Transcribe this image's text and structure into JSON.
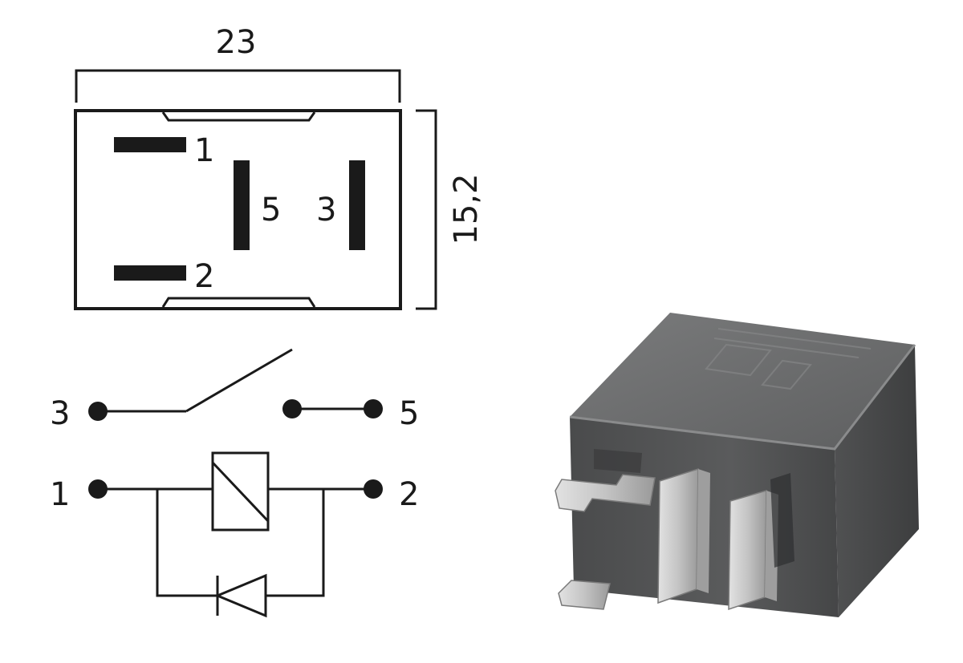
{
  "dimensions": {
    "width_label": "23",
    "height_label": "15,2"
  },
  "footprint_pins": {
    "pin1": "1",
    "pin2": "2",
    "pin5": "5",
    "pin3": "3"
  },
  "schematic_terminals": {
    "t3": "3",
    "t5": "5",
    "t1": "1",
    "t2": "2"
  },
  "colors": {
    "ink": "#1a1a1a",
    "relay_body": "#5a5b5c",
    "relay_top": "#6f7071",
    "terminal_metal": "#c9c9c9"
  }
}
